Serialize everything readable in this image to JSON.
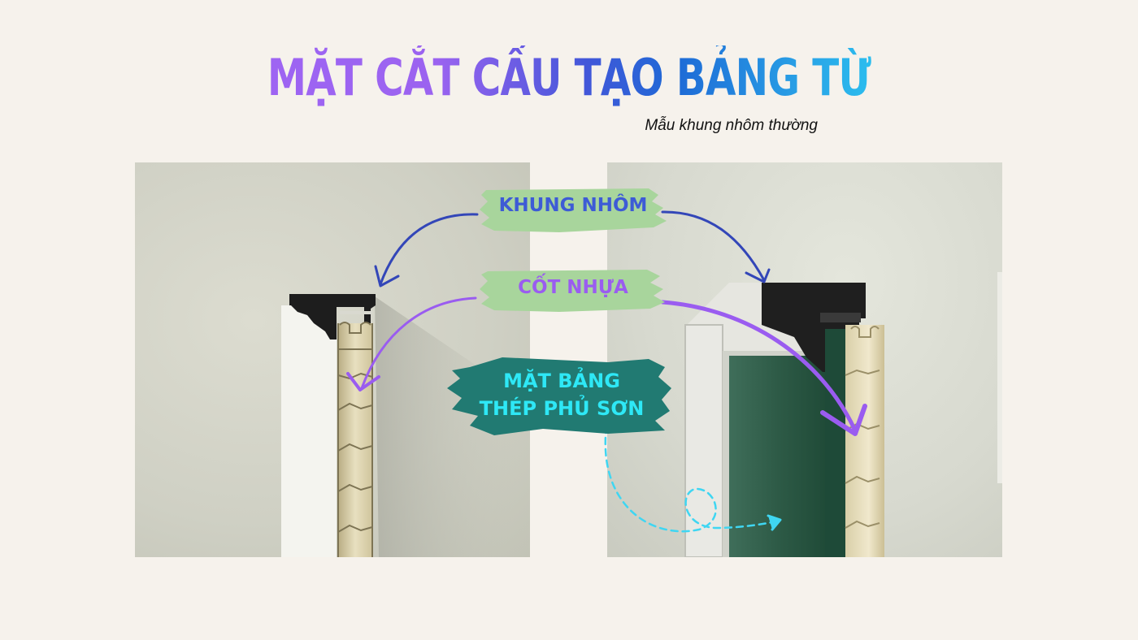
{
  "header": {
    "title": "MẶT CẮT CẤU TẠO BẢNG TỪ",
    "subtitle": "Mẫu khung nhôm thường"
  },
  "labels": {
    "frame": "KHUNG NHÔM",
    "core": "CỐT NHỰA",
    "surface_line1": "MẶT BẢNG",
    "surface_line2": "THÉP PHỦ SƠN"
  },
  "colors": {
    "background": "#f6f2ec",
    "title_gradient": [
      "#a066f5",
      "#4257d9",
      "#2ef4ff"
    ],
    "label_green_bg": "#a8d59c",
    "label_teal_bg": "#217a72",
    "frame_text": "#3d5bd6",
    "core_text": "#9a5cf0",
    "surface_text": "#2ee8f6",
    "frame_arrow": "#3346b8",
    "core_arrow": "#9a5cf0",
    "surface_arrow": "#3fd6f2"
  },
  "photos": {
    "left": "Cross-section photo of aluminum frame with plastic core",
    "right": "Angled photo of aluminum frame, plastic core and green steel board surface"
  }
}
